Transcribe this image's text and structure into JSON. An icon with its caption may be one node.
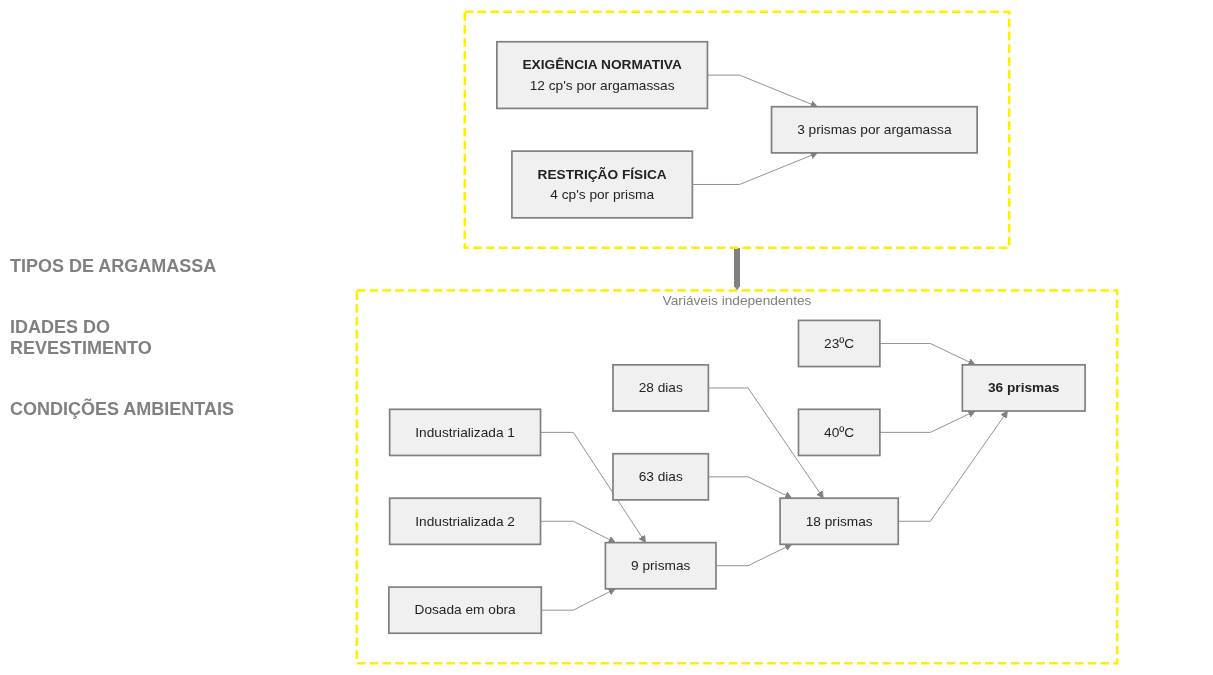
{
  "diagram": {
    "nodes": [
      {
        "text": [],
        "shape": "box"
      },
      {
        "text": [
          "EXIGÊNCIA NORMATIVA",
          "12 cp's por argamassas"
        ],
        "in": 0
      },
      {
        "text": [
          "RESTRIÇÃO FÍSICA",
          "4 cp's por prisma"
        ],
        "in": 0
      },
      {
        "text": [
          "3 prismas por argamassa"
        ],
        "in": 0
      },
      {
        "text": [
          "Variáveis independentes"
        ]
      },
      {
        "text": [
          "Industrializada 1"
        ],
        "in": 4
      },
      {
        "text": [
          "Industrializada 2"
        ],
        "in": 4
      },
      {
        "text": [
          "Dosada em obra"
        ],
        "in": 4
      },
      {
        "text": [
          "9 prismas"
        ],
        "in": 4
      },
      {
        "text": [
          "28 dias"
        ],
        "in": 4
      },
      {
        "text": [
          "63 dias"
        ],
        "in": 4
      },
      {
        "text": [
          "18 prismas"
        ],
        "in": 4
      },
      {
        "text": [
          "23ºC"
        ],
        "in": 4
      },
      {
        "text": [
          "40ºC"
        ],
        "in": 4
      },
      {
        "text": [
          "36 prismas"
        ],
        "in": 4
      }
    ],
    "edges": [
      {
        "from": 1,
        "to": 3,
        "arrow": "to"
      },
      {
        "from": 2,
        "to": 3,
        "arrow": "to"
      },
      {
        "from": 0,
        "to": 4,
        "arrow": "to",
        "style": "thick"
      },
      {
        "from": 5,
        "to": 8,
        "arrow": "to"
      },
      {
        "from": 6,
        "to": 8,
        "arrow": "to"
      },
      {
        "from": 7,
        "to": 8,
        "arrow": "to"
      },
      {
        "from": 9,
        "to": 11,
        "arrow": "to"
      },
      {
        "from": 10,
        "to": 11,
        "arrow": "to"
      },
      {
        "from": 8,
        "to": 11,
        "arrow": "to"
      },
      {
        "from": 12,
        "to": 14,
        "arrow": "to"
      },
      {
        "from": 13,
        "to": 14,
        "arrow": "to"
      },
      {
        "from": 11,
        "to": 14,
        "arrow": "to"
      }
    ],
    "labels": [
      "TIPOS DE ARGAMASSA",
      "IDADES DO REVESTIMENTO",
      "CONDIÇÕES AMBIENTAIS"
    ]
  }
}
